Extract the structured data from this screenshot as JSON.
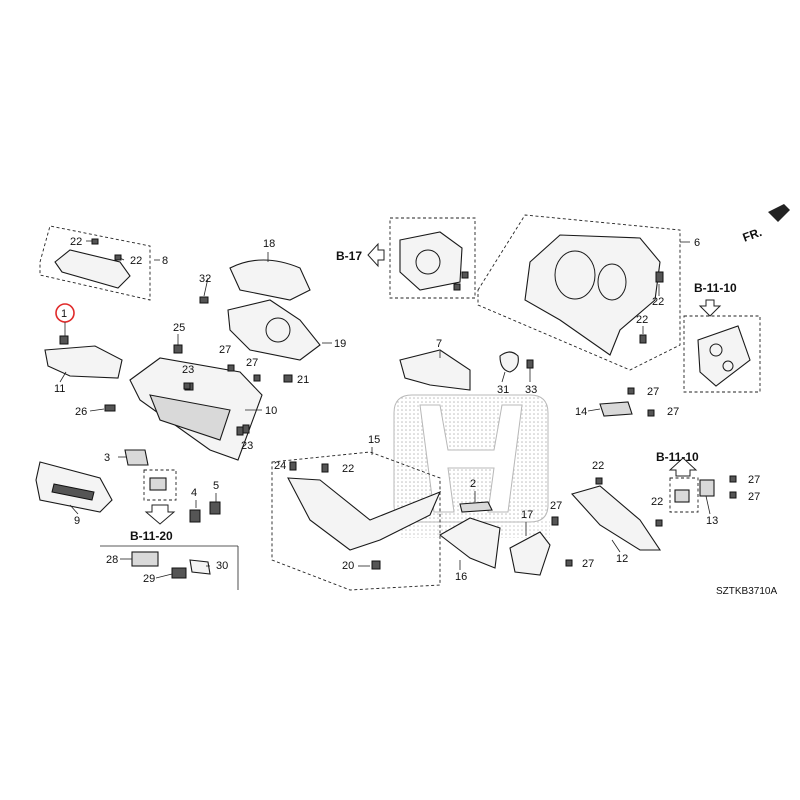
{
  "diagram": {
    "drawing_code": "SZTKB3710A",
    "direction_label": "FR.",
    "highlighted_part": "1",
    "callouts": [
      "1",
      "2",
      "3",
      "4",
      "5",
      "6",
      "7",
      "8",
      "9",
      "10",
      "11",
      "12",
      "13",
      "14",
      "15",
      "16",
      "17",
      "18",
      "19",
      "20",
      "21",
      "22",
      "23",
      "24",
      "25",
      "26",
      "27",
      "28",
      "29",
      "30",
      "31",
      "32",
      "33"
    ],
    "references": [
      "B-17",
      "B-11-10",
      "B-11-10",
      "B-11-20"
    ]
  }
}
